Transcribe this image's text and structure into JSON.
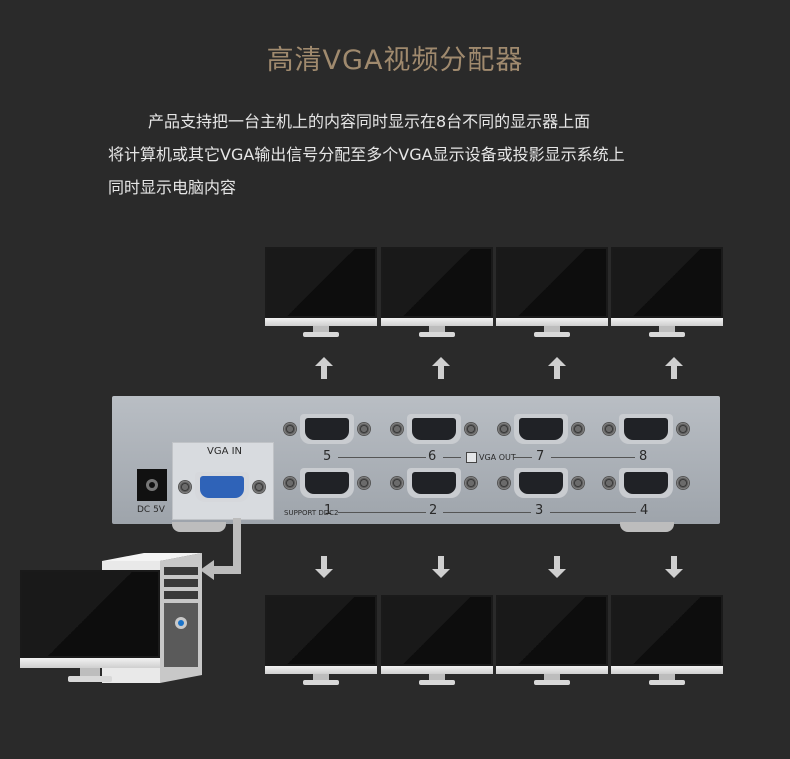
{
  "title": "高清VGA视频分配器",
  "description": {
    "line1": "产品支持把一台主机上的内容同时显示在8台不同的显示器上面",
    "line2": "将计算机或其它VGA输出信号分配至多个VGA显示设备或投影显示系统上",
    "line3": "同时显示电脑内容"
  },
  "device": {
    "vga_in_label": "VGA IN",
    "dc_label": "DC 5V",
    "vga_out_label": "VGA OUT",
    "support_label": "SUPPORT DDC2",
    "top_port_numbers": [
      "5",
      "6",
      "7",
      "8"
    ],
    "bottom_port_numbers": [
      "1",
      "2",
      "3",
      "4"
    ]
  },
  "icons": {
    "up": "arrow-up-icon",
    "down": "arrow-down-icon",
    "input": "input-elbow-arrow-icon"
  },
  "colors": {
    "background": "#2a2a2a",
    "title": "#a08a6e",
    "text": "#e6e6e6",
    "vga_port_in": "#2f63b8",
    "device_body": "#aeb3b9"
  }
}
